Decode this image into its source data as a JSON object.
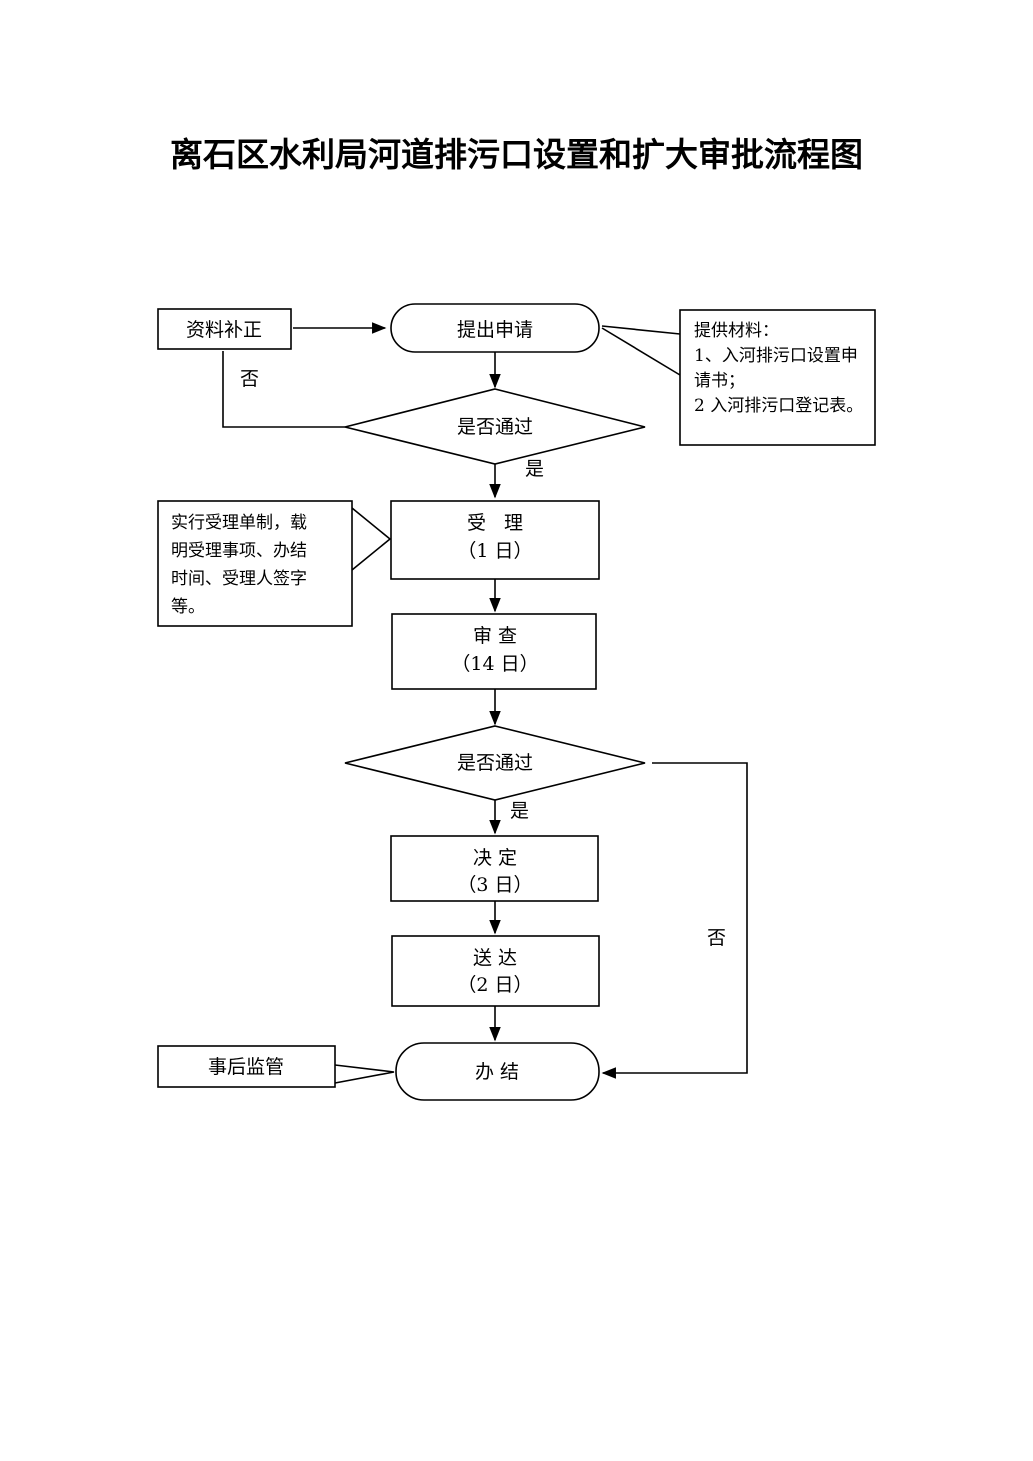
{
  "title": "离石区水利局河道排污口设置和扩大审批流程图",
  "nodes": {
    "supplement": "资料补正",
    "apply": "提出申请",
    "check1": "是否通过",
    "accept_label": "受 理",
    "accept_days": "（1 日）",
    "review_label": "审 查",
    "review_days": "（14 日）",
    "check2": "是否通过",
    "decide_label": "决 定",
    "decide_days": "（3 日）",
    "deliver_label": "送 达",
    "deliver_days": "（2 日）",
    "finish": "办 结",
    "supervise": "事后监管"
  },
  "notes": {
    "materials": [
      "提供材料：",
      "1、入河排污口设置申",
      "请书；",
      "2 入河排污口登记表。"
    ],
    "acceptance": [
      "实行受理单制，载",
      "明受理事项、办结",
      "时间、受理人签字",
      "等。"
    ]
  },
  "edge_labels": {
    "no1": "否",
    "yes1": "是",
    "yes2": "是",
    "no2": "否"
  }
}
